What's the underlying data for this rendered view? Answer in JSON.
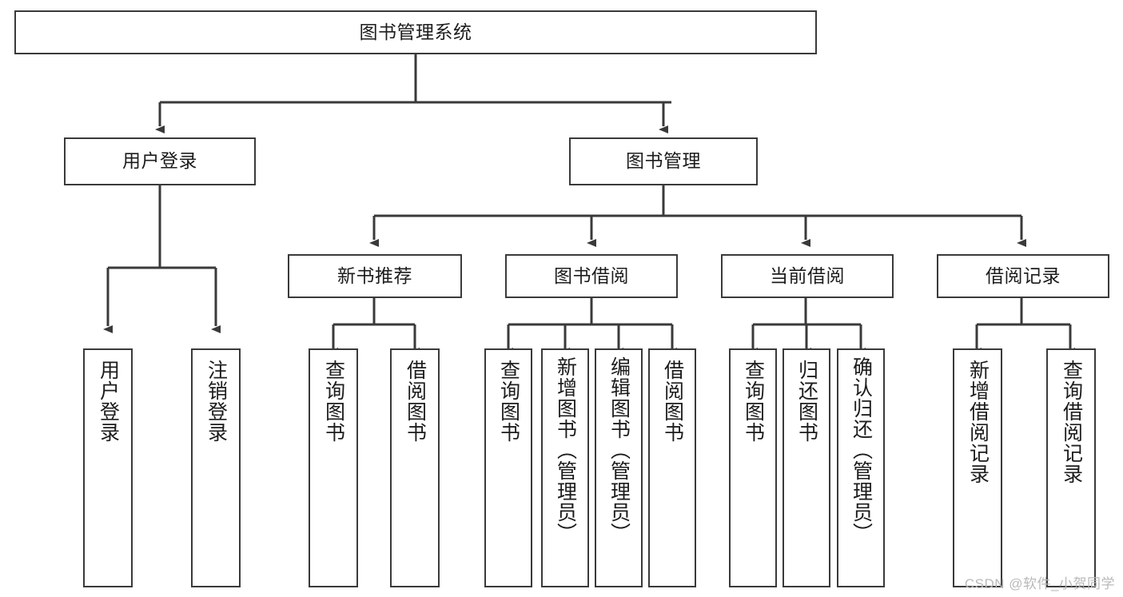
{
  "diagram": {
    "title": "图书管理系统",
    "type": "tree-hierarchy",
    "colors": {
      "stroke": "#3a3a3a",
      "text": "#1c1c1c",
      "background": "#ffffff",
      "watermark": "#b9b9b9"
    },
    "root": {
      "label": "图书管理系统"
    },
    "level2": [
      {
        "label": "用户登录"
      },
      {
        "label": "图书管理"
      }
    ],
    "level3": [
      {
        "label": "新书推荐"
      },
      {
        "label": "图书借阅"
      },
      {
        "label": "当前借阅"
      },
      {
        "label": "借阅记录"
      }
    ],
    "leaves": {
      "user_login": [
        {
          "label": "用户登录"
        },
        {
          "label": "注销登录"
        }
      ],
      "new_book_recommend": [
        {
          "label": "查询图书"
        },
        {
          "label": "借阅图书"
        }
      ],
      "book_borrow": [
        {
          "label": "查询图书"
        },
        {
          "label": "新增图书（管理员）"
        },
        {
          "label": "编辑图书（管理员）"
        },
        {
          "label": "借阅图书"
        }
      ],
      "current_borrow": [
        {
          "label": "查询图书"
        },
        {
          "label": "归还图书"
        },
        {
          "label": "确认归还（管理员）"
        }
      ],
      "borrow_record": [
        {
          "label": "新增借阅记录"
        },
        {
          "label": "查询借阅记录"
        }
      ]
    },
    "watermark": "CSDN @软件_小贺同学"
  }
}
